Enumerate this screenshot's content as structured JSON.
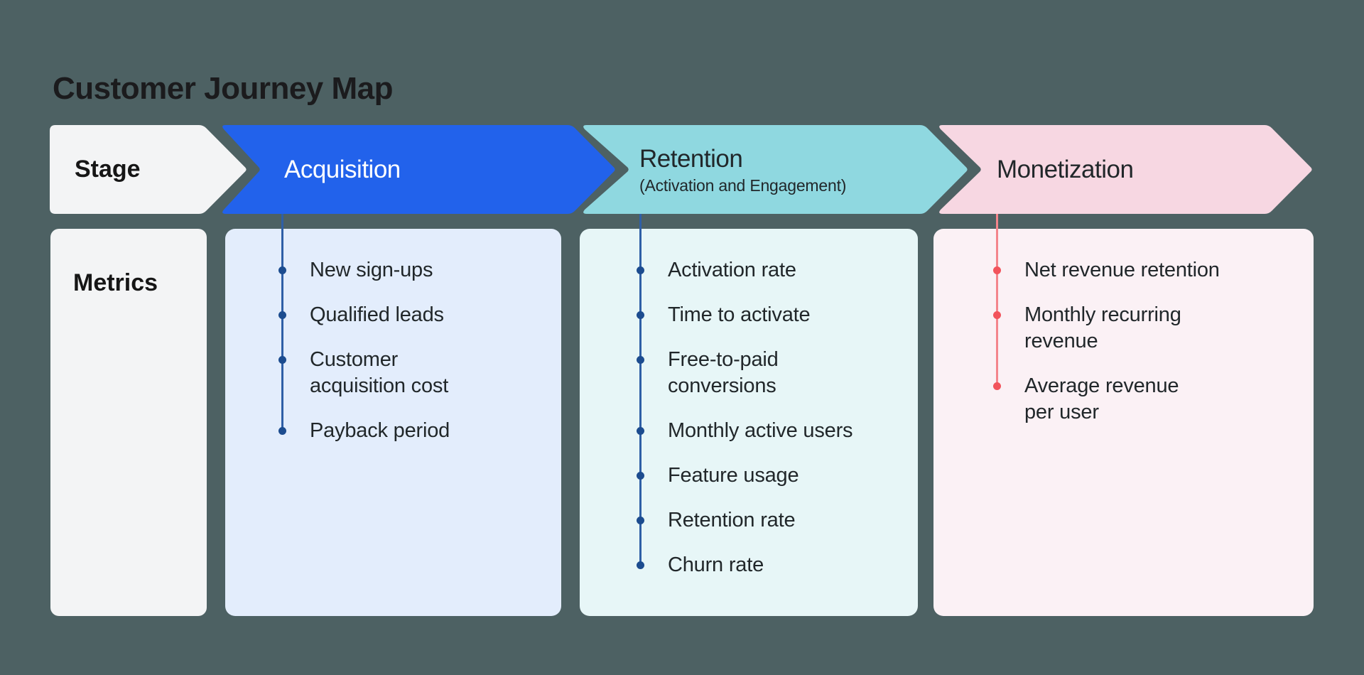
{
  "title": "Customer Journey Map",
  "rows": {
    "stage_label": "Stage",
    "metrics_label": "Metrics"
  },
  "stages": [
    {
      "id": "acquisition",
      "label": "Acquisition",
      "sublabel": "",
      "metrics": [
        "New sign-ups",
        "Qualified leads",
        "Customer\nacquisition cost",
        "Payback period"
      ]
    },
    {
      "id": "retention",
      "label": "Retention",
      "sublabel": "(Activation and Engagement)",
      "metrics": [
        "Activation rate",
        "Time to activate",
        "Free-to-paid\nconversions",
        "Monthly active users",
        "Feature usage",
        "Retention rate",
        "Churn rate"
      ]
    },
    {
      "id": "monetization",
      "label": "Monetization",
      "sublabel": "",
      "metrics": [
        "Net revenue retention",
        "Monthly recurring\nrevenue",
        "Average revenue\nper user"
      ]
    }
  ],
  "colors": {
    "background": "#4d6163",
    "acquisition_arrow": "#2262eb",
    "retention_arrow": "#8fd8e0",
    "monetization_arrow": "#f7d7e2",
    "acquisition_card": "#e3edfc",
    "retention_card": "#e7f6f7",
    "monetization_card": "#fbf1f5",
    "label_box": "#f3f4f5",
    "bullet_blue": "#1c4c8f",
    "line_blue": "#2f5fa6",
    "bullet_red": "#f2545c",
    "line_red": "#f4858c",
    "text_dark": "#21272a",
    "text_light": "#ffffff",
    "title_color": "#1b1b1d"
  }
}
